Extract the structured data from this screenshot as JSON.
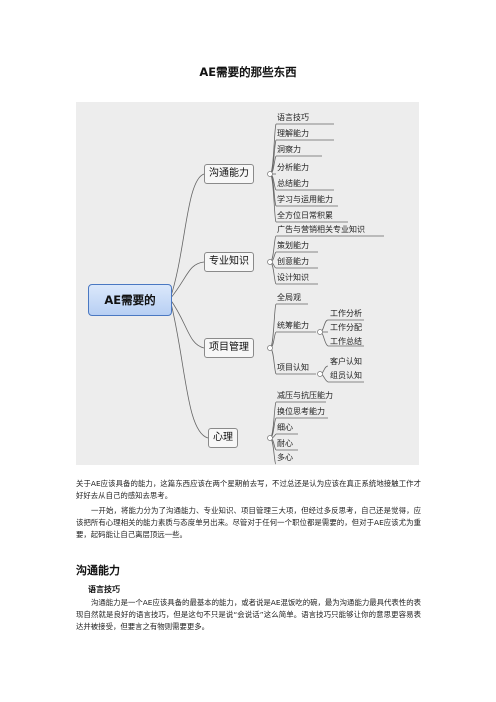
{
  "title": "AE需要的那些东西",
  "mindmap": {
    "root": "AE需要的",
    "branches": [
      {
        "label": "沟通能力",
        "children": [
          "语言技巧",
          "理解能力",
          "洞察力",
          "分析能力",
          "总结能力",
          "学习与运用能力",
          "全方位日常积累"
        ]
      },
      {
        "label": "专业知识",
        "children": [
          "广告与营销相关专业知识",
          "策划能力",
          "创意能力",
          "设计知识"
        ]
      },
      {
        "label": "项目管理",
        "children": [
          "全局观",
          "统筹能力",
          "项目认知"
        ],
        "grandchildren": {
          "统筹能力": [
            "工作分析",
            "工作分配",
            "工作总结"
          ],
          "项目认知": [
            "客户认知",
            "组员认知"
          ]
        }
      },
      {
        "label": "心理",
        "children": [
          "减压与抗压能力",
          "换位思考能力",
          "细心",
          "耐心",
          "多心"
        ]
      }
    ]
  },
  "paragraphs": [
    "关于AE应该具备的能力，这篇东西应该在两个星期前去写，不过总还是认为应该在真正系统地接触工作才好好去从自己的感知去思考。",
    "一开始，将能力分为了沟通能力、专业知识、项目管理三大项，但经过多反思考，自己还是觉得，应该把所有心理相关的能力素质与态度单另出来。尽管对于任何一个职位都是需要的，但对于AE应该尤为重要，起码能让自己离层顶远一些。"
  ],
  "section": {
    "heading": "沟通能力",
    "subheading": "语言技巧",
    "body": "沟通能力是一个AE应该具备的最基本的能力，或者说是AE混饭吃的碗，最为沟通能力最具代表性的表现自然就是良好的语言技巧，但是这句不只是说“会说话”这么简单。语言技巧只能够让你的意思更容易表达并被接受，但要言之有物则需要更多。"
  }
}
